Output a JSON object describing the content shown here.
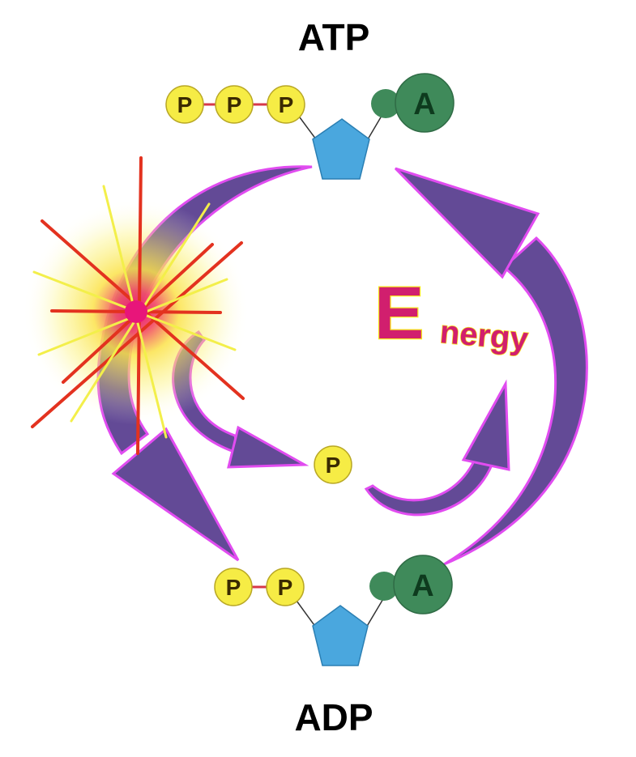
{
  "labels": {
    "top": "ATP",
    "bottom": "ADP"
  },
  "phosphate_label": "P",
  "adenine_label": "A",
  "energy_word": {
    "first": "E",
    "rest": "nergy"
  },
  "colors": {
    "arrow": "#634a96",
    "arrow_outline": "#e14cf0",
    "phosphate": "#f6ec45",
    "ribose": "#4aa7de",
    "adenine": "#3f8a5a",
    "bond": "#d6384a",
    "energy": "#d11f6e"
  }
}
